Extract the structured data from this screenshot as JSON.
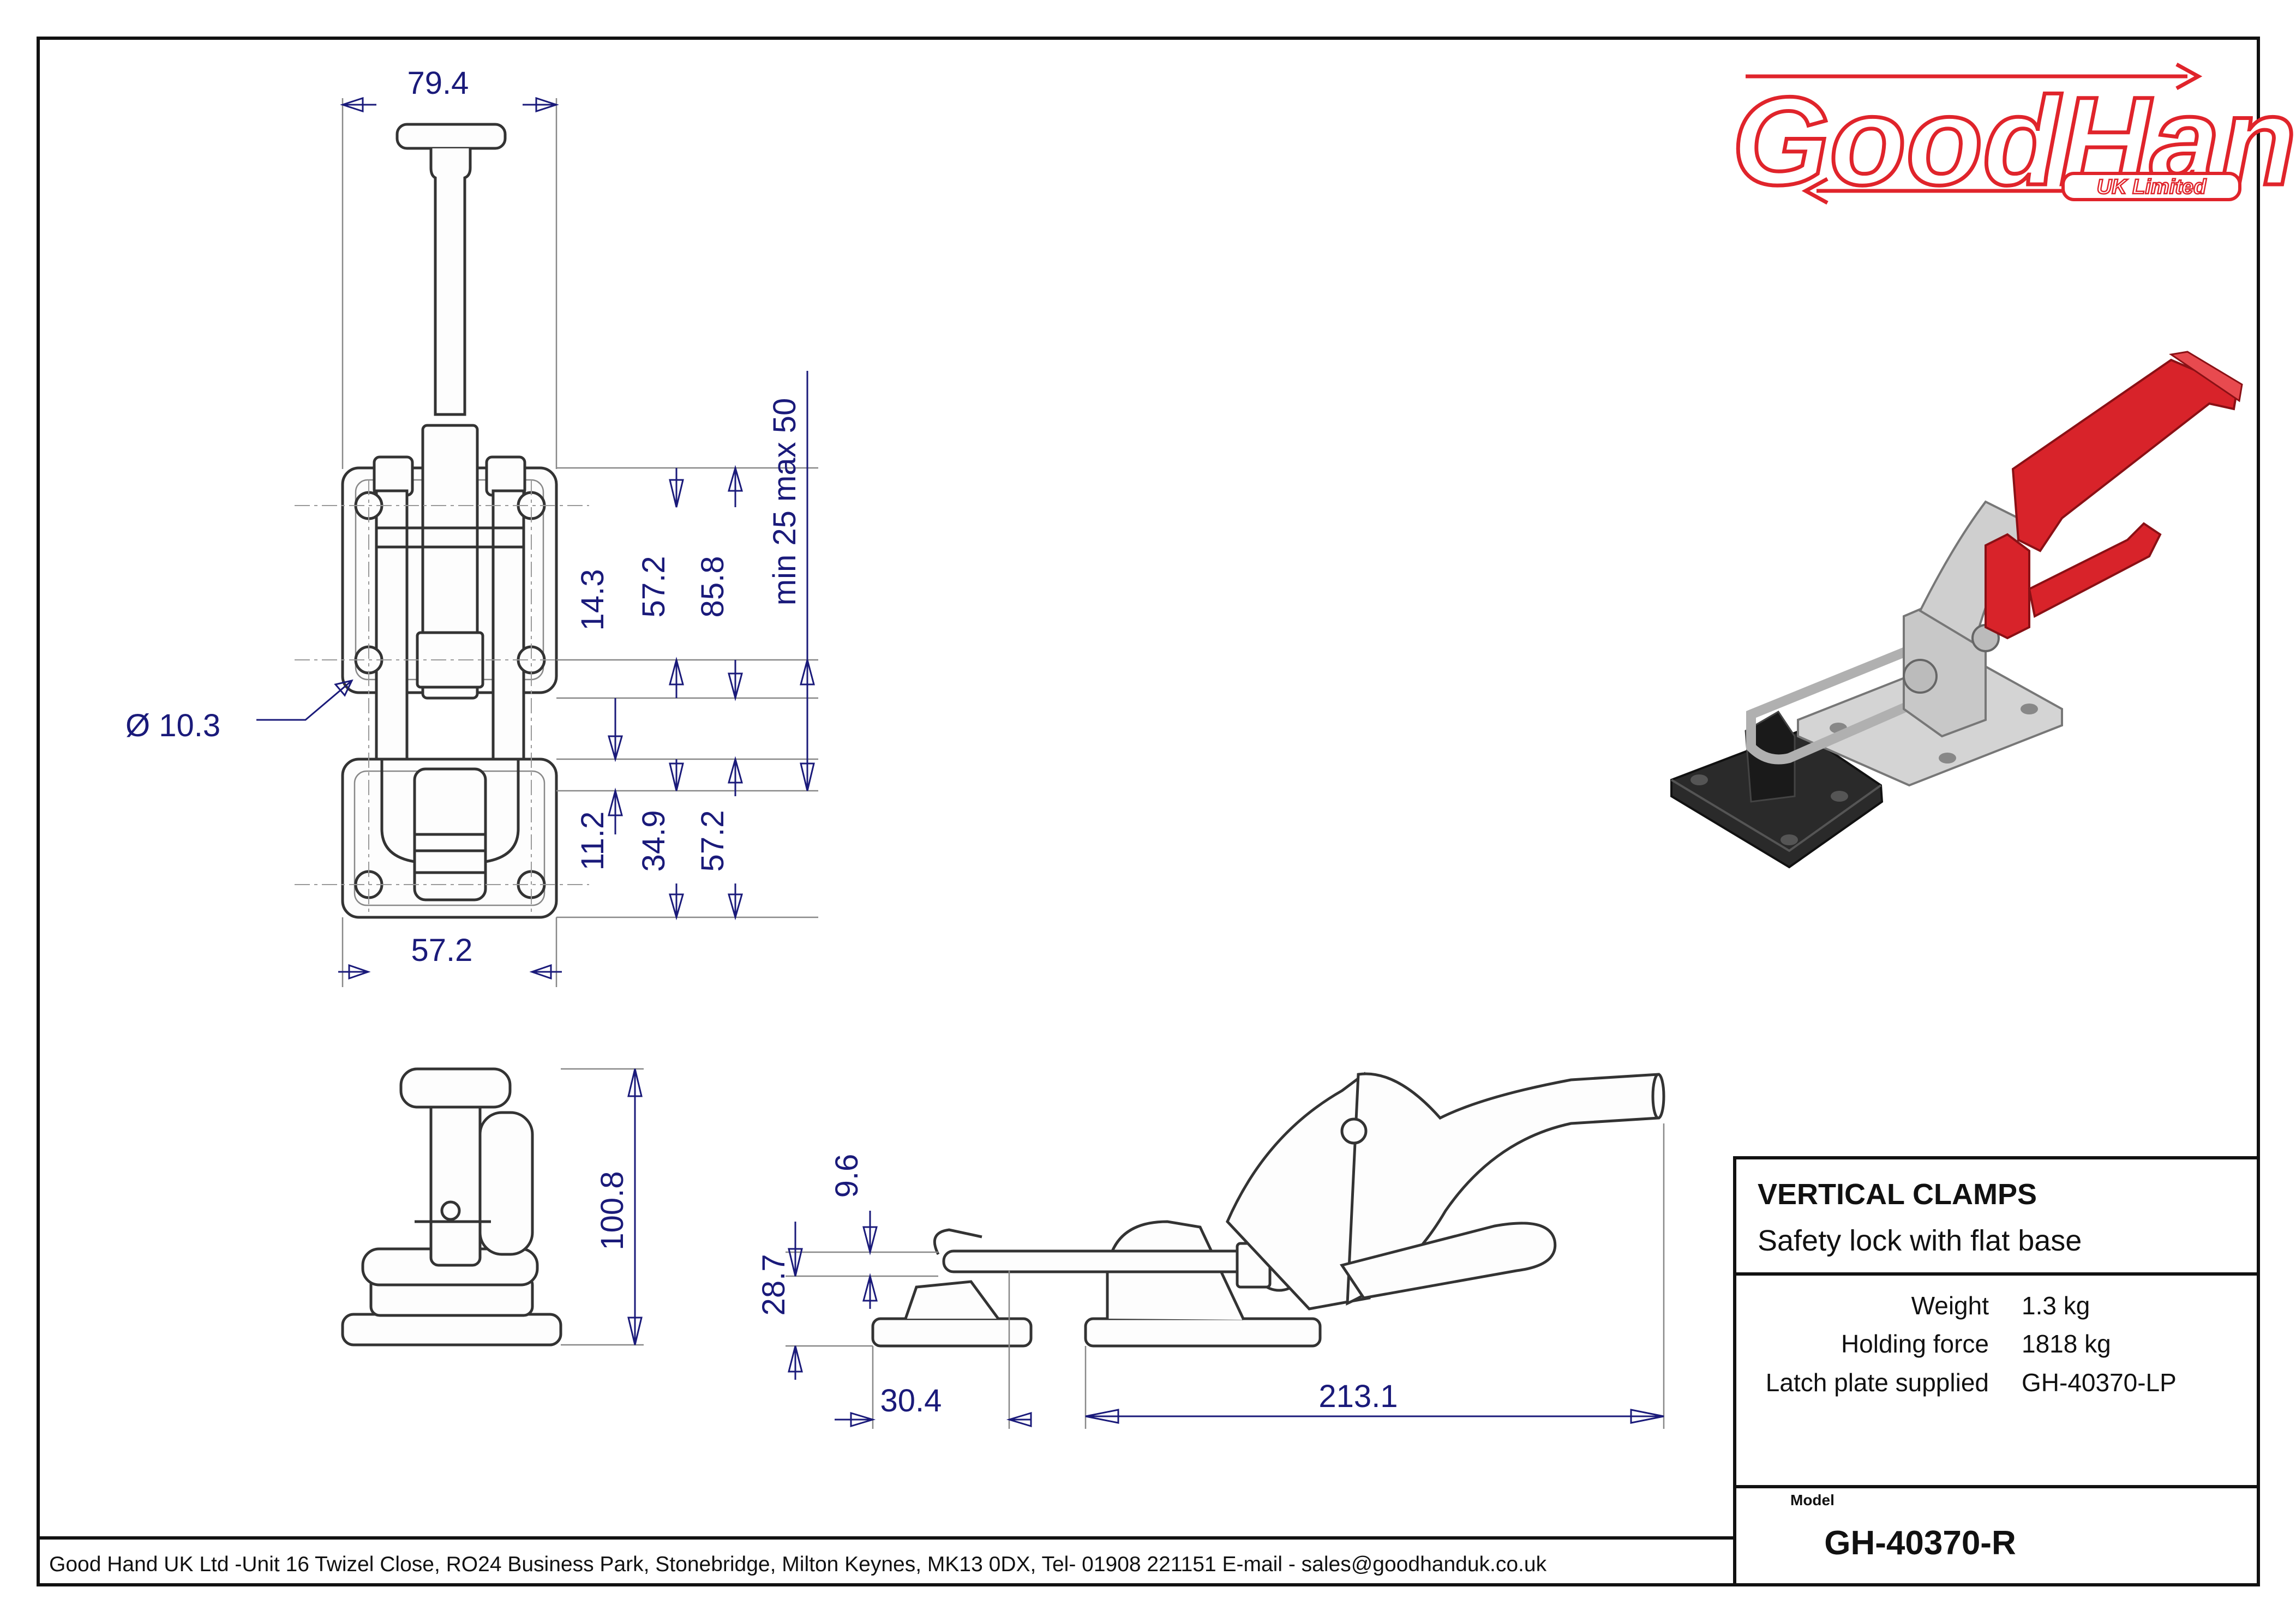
{
  "dimensions": {
    "top_view": {
      "overall_width": "79.4",
      "hole_diameter": "Ø 10.3",
      "base_width": "57.2",
      "d_14_3": "14.3",
      "d_57_2_upper": "57.2",
      "d_85_8": "85.8",
      "range_note": "min 25 max 50",
      "d_11_2": "11.2",
      "d_34_9": "34.9",
      "d_57_2_lower": "57.2"
    },
    "end_view": {
      "height": "100.8"
    },
    "side_view": {
      "d_9_6": "9.6",
      "d_28_7": "28.7",
      "d_30_4": "30.4",
      "d_213_1": "213.1"
    }
  },
  "logo": {
    "brand": "GoodHand",
    "sub": "UK Limited",
    "color": "#e0242b"
  },
  "title_block": {
    "category": "VERTICAL CLAMPS",
    "category_color": "#d6202a",
    "subtitle": "Safety lock with flat base",
    "specs": [
      {
        "label": "Weight",
        "value": "1.3 kg"
      },
      {
        "label": "Holding force",
        "value": "1818 kg"
      },
      {
        "label": "Latch plate supplied",
        "value": "GH-40370-LP"
      }
    ],
    "model_label": "Model",
    "model": "GH-40370-R"
  },
  "footer": {
    "address": "Good Hand UK Ltd -Unit 16 Twizel Close, RO24 Business Park, Stonebridge, Milton Keynes, MK13 0DX, Tel- 01908 221151 E-mail - sales@goodhanduk.co.uk"
  },
  "colors": {
    "dimension_text": "#1a1a7a",
    "handle_red": "#d8232a",
    "body_grey": "#c8c8c8",
    "latch_plate": "#2a2a2a"
  }
}
